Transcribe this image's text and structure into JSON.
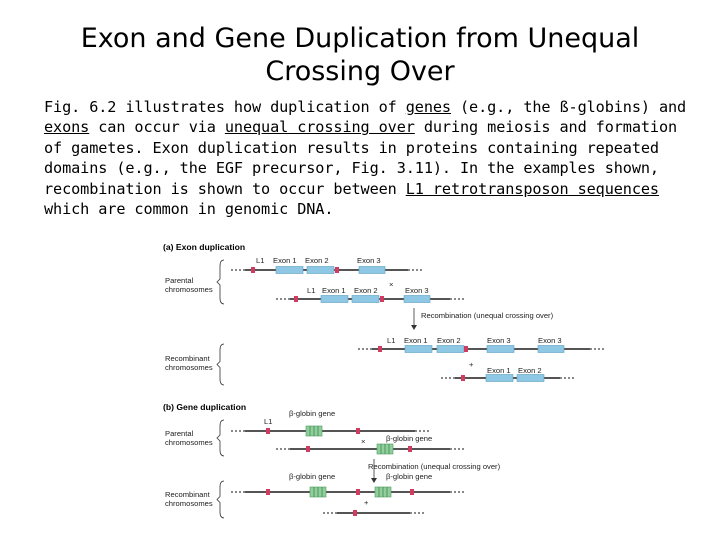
{
  "slide": {
    "title_line1": "Exon and Gene Duplication from Unequal",
    "title_line2": "Crossing Over",
    "paragraph": [
      {
        "text": "Fig. 6.2 illustrates how duplication of "
      },
      {
        "text": "genes",
        "u": true
      },
      {
        "text": " (e.g., the ß-globins) and "
      },
      {
        "text": "exons",
        "u": true
      },
      {
        "text": " can occur via "
      },
      {
        "text": "unequal crossing over",
        "u": true
      },
      {
        "text": " during meiosis and formation of gametes. Exon duplication results in proteins containing repeated domains (e.g., the EGF precursor, Fig. 3.11). In the examples shown, recombination is shown to occur between "
      },
      {
        "text": "L1 retrotransposon sequences",
        "u": true
      },
      {
        "text": " which are common in genomic DNA."
      }
    ]
  },
  "figure": {
    "colors": {
      "exon": "#8fc8e4",
      "gene": "#8fcf9b",
      "l1": "#d13b5f",
      "line": "#555555",
      "dash": "#888888"
    },
    "panel_a": {
      "header": "(a) Exon duplication",
      "parental": "Parental\nchromosomes",
      "recombinant": "Recombinant\nchromosomes",
      "arrow_label": "Recombination (unequal crossing over)",
      "cross_mark": "×",
      "plus_mark": "+",
      "labels": {
        "l1": "L1",
        "exon1": "Exon 1",
        "exon2": "Exon 2",
        "exon3": "Exon 3"
      }
    },
    "panel_b": {
      "header": "(b) Gene duplication",
      "parental": "Parental\nchromosomes",
      "recombinant": "Recombinant\nchromosomes",
      "arrow_label": "Recombination (unequal crossing over)",
      "cross_mark": "×",
      "plus_mark": "+",
      "labels": {
        "l1": "L1",
        "gene": "β-globin gene"
      }
    }
  }
}
